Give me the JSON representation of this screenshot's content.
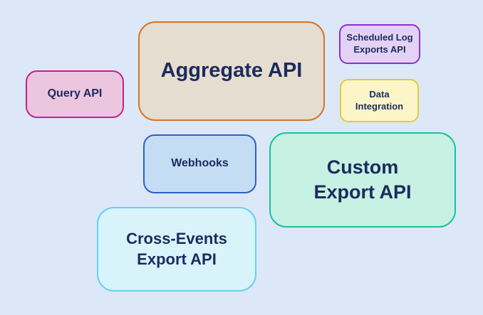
{
  "page": {
    "background": "#dce8f7",
    "text_color": "#1b2b5e"
  },
  "nodes": [
    {
      "id": "query-api",
      "label": "Query API",
      "fill": "#ecc6df",
      "border": "#c91d93"
    },
    {
      "id": "aggregate-api",
      "label": "Aggregate API",
      "fill": "#e5ddcf",
      "border": "#d1762b"
    },
    {
      "id": "scheduled-log-exports",
      "label": "Scheduled Log\nExports API",
      "fill": "#e3d2f6",
      "border": "#8e2fd8"
    },
    {
      "id": "data-integration",
      "label": "Data\nIntegration",
      "fill": "#fbf5c8",
      "border": "#e0cc3c"
    },
    {
      "id": "webhooks",
      "label": "Webhooks",
      "fill": "#c5dcf5",
      "border": "#2a62c6"
    },
    {
      "id": "custom-export-api",
      "label": "Custom\nExport API",
      "fill": "#c7f1e2",
      "border": "#17c29b"
    },
    {
      "id": "cross-events-export-api",
      "label": "Cross-Events\nExport API",
      "fill": "#d9f3fb",
      "border": "#66d2ee"
    }
  ]
}
